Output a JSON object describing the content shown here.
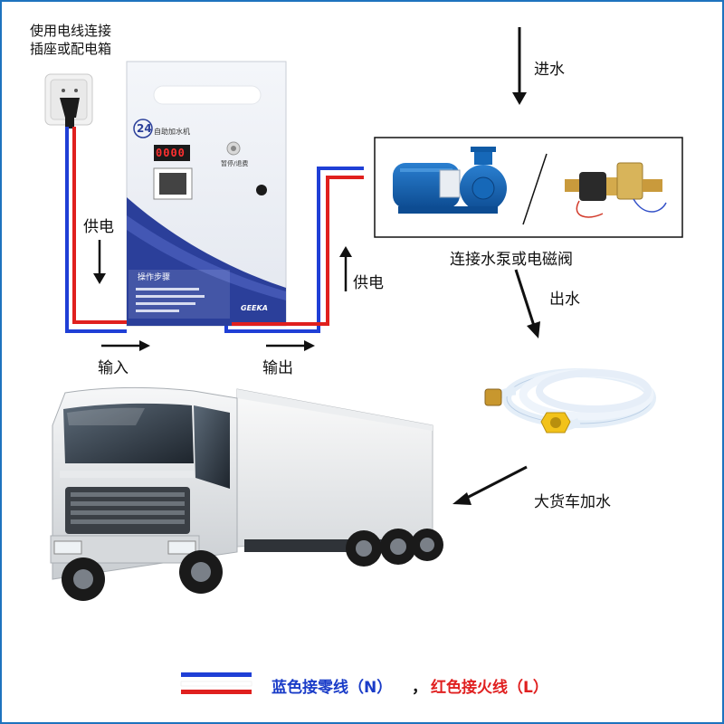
{
  "labels": {
    "source_line1": "使用电线连接",
    "source_line2": "插座或配电箱",
    "power_left": "供电",
    "power_right": "供电",
    "input": "输入",
    "output": "输出",
    "water_in": "进水",
    "water_out": "出水",
    "pump_box": "连接水泵或电磁阀",
    "truck": "大货车加水"
  },
  "device": {
    "badge_number": "24",
    "title": "自助加水机",
    "display_value": "0000",
    "knob_label": "暂停/退费",
    "steps_title": "操作步骤",
    "brand": "GEEKA"
  },
  "legend": {
    "blue_text": "蓝色接零线（N）",
    "separator": "，",
    "red_text": "红色接火线（L）"
  },
  "colors": {
    "frame": "#1e73be",
    "neutral_wire": "#1f3fd6",
    "live_wire": "#e0201e",
    "legend_blue_text": "#1a3cc8",
    "legend_red_text": "#e02020",
    "device_accent": "#2b3f9a"
  }
}
